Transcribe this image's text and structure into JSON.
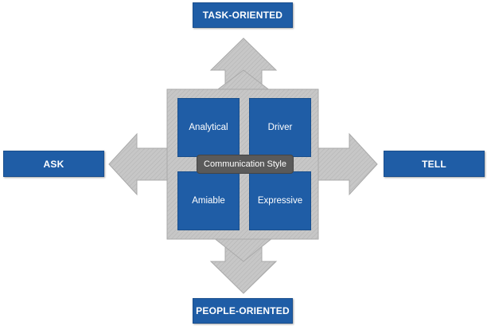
{
  "diagram": {
    "top_label": "TASK-ORIENTED",
    "bottom_label": "PEOPLE-ORIENTED",
    "left_label": "ASK",
    "right_label": "TELL",
    "center_label": "Communication Style",
    "quadrants": {
      "top_left": "Analytical",
      "top_right": "Driver",
      "bottom_left": "Amiable",
      "bottom_right": "Expressive"
    },
    "colors": {
      "box_blue": "#1f5da6",
      "arrow_gray": "#c4c4c4",
      "pill_gray": "#5a5a5a"
    }
  }
}
